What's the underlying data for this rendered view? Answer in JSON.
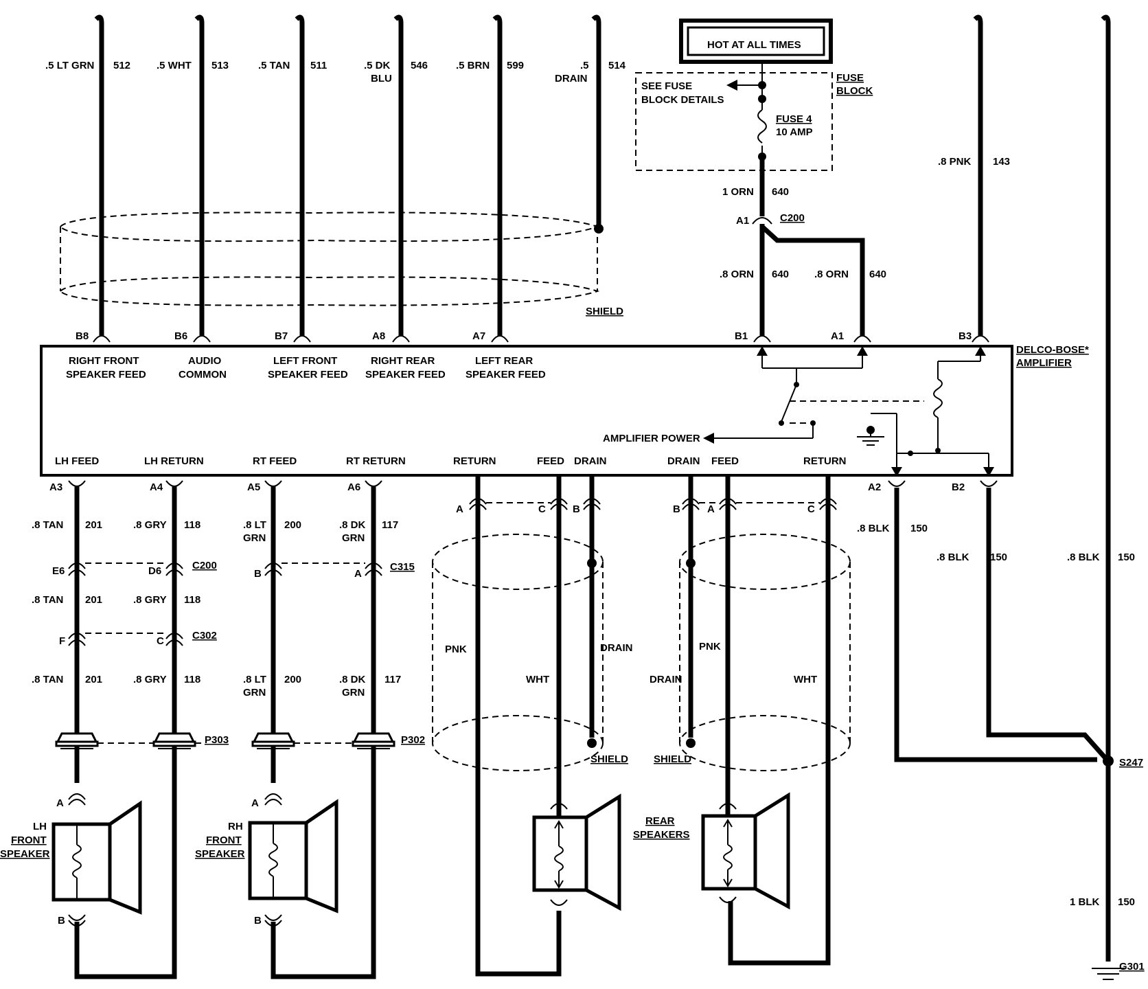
{
  "top_wires": [
    {
      "gauge_color": ".5 LT GRN",
      "circuit": "512",
      "pin": "B8",
      "label_l1": "RIGHT FRONT",
      "label_l2": "SPEAKER FEED"
    },
    {
      "gauge_color": ".5 WHT",
      "circuit": "513",
      "pin": "B6",
      "label_l1": "AUDIO",
      "label_l2": "COMMON"
    },
    {
      "gauge_color": ".5 TAN",
      "circuit": "511",
      "pin": "B7",
      "label_l1": "LEFT FRONT",
      "label_l2": "SPEAKER FEED"
    },
    {
      "gauge_color": ".5 DK",
      "gauge_color2": "BLU",
      "circuit": "546",
      "pin": "A8",
      "label_l1": "RIGHT REAR",
      "label_l2": "SPEAKER FEED"
    },
    {
      "gauge_color": ".5 BRN",
      "circuit": "599",
      "pin": "A7",
      "label_l1": "LEFT REAR",
      "label_l2": "SPEAKER FEED"
    }
  ],
  "drain_top": {
    "gauge": ".5",
    "name": "DRAIN",
    "circuit": "514",
    "shield": "SHIELD"
  },
  "hot_label": "HOT AT ALL TIMES",
  "fuse_block": {
    "see": "SEE FUSE",
    "details": "BLOCK DETAILS",
    "title1": "FUSE",
    "title2": "BLOCK",
    "fuse_name": "FUSE 4",
    "fuse_rating": "10 AMP"
  },
  "power_wires": {
    "main_gc": "1 ORN",
    "main_circuit": "640",
    "conn_pin": "A1",
    "conn_name": "C200",
    "left_gc": ".8 ORN",
    "left_circuit": "640",
    "left_pin": "B1",
    "right_gc": ".8 ORN",
    "right_circuit": "640",
    "right_pin": "A1"
  },
  "pnk_wire": {
    "gc": ".8 PNK",
    "circuit": "143",
    "pin": "B3"
  },
  "amplifier": {
    "name1": "DELCO-BOSE*",
    "name2": "AMPLIFIER",
    "power": "AMPLIFIER POWER"
  },
  "bottom_labels": {
    "lh_feed": "LH FEED",
    "lh_return": "LH RETURN",
    "rt_feed": "RT FEED",
    "rt_return": "RT RETURN",
    "return1": "RETURN",
    "feed1": "FEED",
    "drain1": "DRAIN",
    "drain2": "DRAIN",
    "feed2": "FEED",
    "return2": "RETURN"
  },
  "lh_feed": {
    "pin": "A3",
    "gc": ".8 TAN",
    "circuit": "201",
    "c200_pin": "E6",
    "gc2": ".8 TAN",
    "circuit2": "201",
    "c302_pin": "F",
    "gc3": ".8 TAN",
    "circuit3": "201"
  },
  "lh_return": {
    "pin": "A4",
    "gc": ".8 GRY",
    "circuit": "118",
    "c200_pin": "D6",
    "c200": "C200",
    "gc2": ".8 GRY",
    "circuit2": "118",
    "c302_pin": "C",
    "c302": "C302",
    "gc3": ".8 GRY",
    "circuit3": "118"
  },
  "rt_feed": {
    "pin": "A5",
    "gc": ".8 LT",
    "gc_b": "GRN",
    "circuit": "200",
    "c315_pin": "B",
    "gc2": ".8 LT",
    "gc2_b": "GRN",
    "circuit2": "200"
  },
  "rt_return": {
    "pin": "A6",
    "gc": ".8 DK",
    "gc_b": "GRN",
    "circuit": "117",
    "c315_pin": "A",
    "c315": "C315",
    "gc2": ".8 DK",
    "gc2_b": "GRN",
    "circuit2": "117"
  },
  "p303": "P303",
  "p302": "P302",
  "lh_speaker": {
    "l1": "LH",
    "l2": "FRONT",
    "l3": "SPEAKER",
    "pin_a": "A",
    "pin_b": "B"
  },
  "rh_speaker": {
    "l1": "RH",
    "l2": "FRONT",
    "l3": "SPEAKER",
    "pin_a": "A",
    "pin_b": "B"
  },
  "rear": {
    "pins_left": [
      "A",
      "C",
      "B"
    ],
    "pins_right": [
      "B",
      "A",
      "C"
    ],
    "pnk": "PNK",
    "wht": "WHT",
    "drain": "DRAIN",
    "shield": "SHIELD",
    "pnk2": "PNK",
    "drain2": "DRAIN",
    "wht2": "WHT",
    "shield2": "SHIELD",
    "label1": "REAR",
    "label2": "SPEAKERS"
  },
  "ground": {
    "a2": "A2",
    "a2_gc": ".8 BLK",
    "a2_circuit": "150",
    "b2": "B2",
    "b2_gc": ".8 BLK",
    "b2_circuit": "150",
    "r_gc": ".8 BLK",
    "r_circuit": "150",
    "splice": "S247",
    "main_gc": "1 BLK",
    "main_circuit": "150",
    "ground": "G301"
  }
}
